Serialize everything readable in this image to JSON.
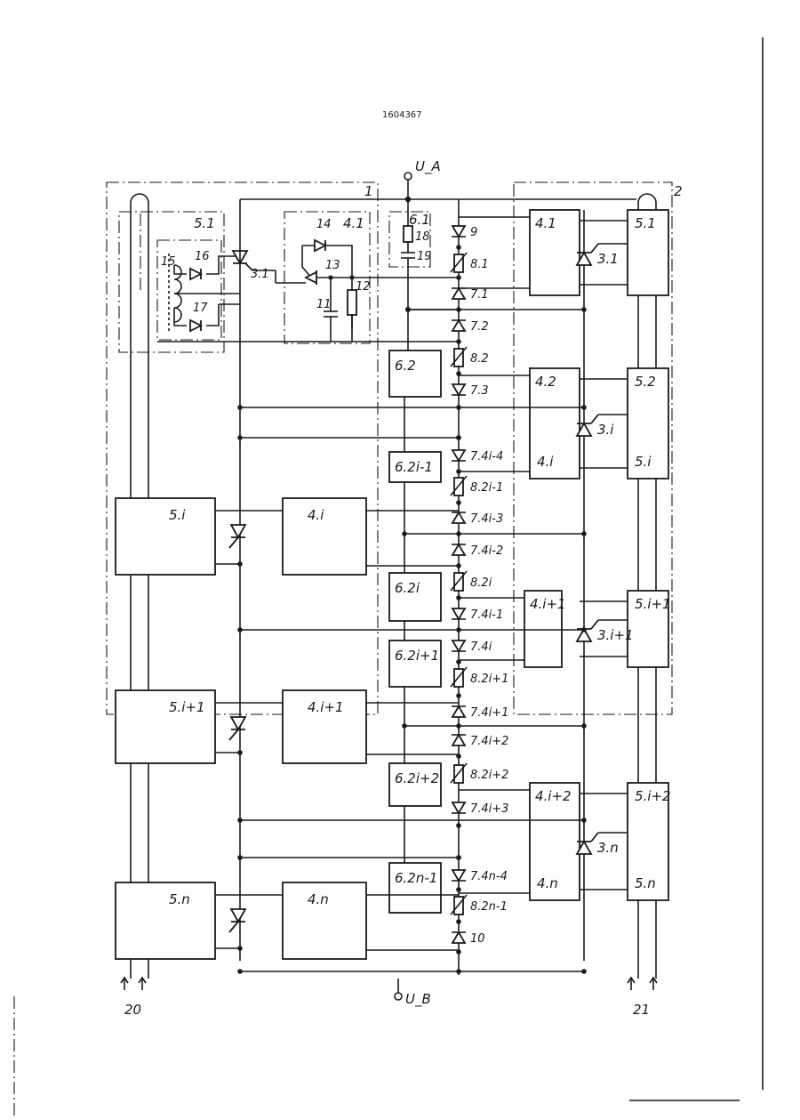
{
  "header": {
    "doc_number": "1604367"
  },
  "terminals": {
    "top": "U_A",
    "bottom": "U_B"
  },
  "modules": {
    "left": "1",
    "right": "2"
  },
  "inputs": {
    "left": "20",
    "right": "21"
  },
  "left_detail": {
    "zone_5_1": "5.1",
    "zone_4_1": "4.1",
    "zone_6_1": "6.1",
    "thyristor_3_1": "3.1",
    "parts": [
      "15",
      "16",
      "17",
      "14",
      "13",
      "11",
      "12",
      "18",
      "19"
    ]
  },
  "left_units": [
    {
      "unit5": "5.i",
      "unit4": "4.i"
    },
    {
      "unit5": "5.i+1",
      "unit4": "4.i+1"
    },
    {
      "unit5": "5.n",
      "unit4": "4.n"
    }
  ],
  "center_blocks": [
    "6.2",
    "6.2i-1",
    "6.2i",
    "6.2i+1",
    "6.2i+2",
    "6.2n-1"
  ],
  "chain": [
    {
      "label": "9",
      "kind": "diode"
    },
    {
      "label": "8.1",
      "kind": "varistor"
    },
    {
      "label": "7.1",
      "kind": "diode"
    },
    {
      "label": "7.2",
      "kind": "diode"
    },
    {
      "label": "8.2",
      "kind": "varistor"
    },
    {
      "label": "7.3",
      "kind": "diode"
    },
    {
      "label": "7.4i-4",
      "kind": "diode"
    },
    {
      "label": "8.2i-1",
      "kind": "varistor"
    },
    {
      "label": "7.4i-3",
      "kind": "diode"
    },
    {
      "label": "7.4i-2",
      "kind": "diode"
    },
    {
      "label": "8.2i",
      "kind": "varistor"
    },
    {
      "label": "7.4i-1",
      "kind": "diode"
    },
    {
      "label": "7.4i",
      "kind": "diode"
    },
    {
      "label": "8.2i+1",
      "kind": "varistor"
    },
    {
      "label": "7.4i+1",
      "kind": "diode"
    },
    {
      "label": "7.4i+2",
      "kind": "diode"
    },
    {
      "label": "8.2i+2",
      "kind": "varistor"
    },
    {
      "label": "7.4i+3",
      "kind": "diode"
    },
    {
      "label": "7.4n-4",
      "kind": "diode"
    },
    {
      "label": "8.2n-1",
      "kind": "varistor"
    },
    {
      "label": "10",
      "kind": "diode"
    }
  ],
  "right_groups": [
    {
      "top4": "4.1",
      "top5": "5.1",
      "bot4": "",
      "bot5": "",
      "thy": "3.1"
    },
    {
      "top4": "4.2",
      "top5": "5.2",
      "bot4": "4.i",
      "bot5": "5.i",
      "thy": "3.i"
    },
    {
      "top4": "4.i+1",
      "top5": "5.i+1",
      "bot4": "",
      "bot5": "",
      "thy": "3.i+1"
    },
    {
      "top4": "4.i+2",
      "top5": "5.i+2",
      "bot4": "4.n",
      "bot5": "5.n",
      "thy": "3.n"
    }
  ]
}
